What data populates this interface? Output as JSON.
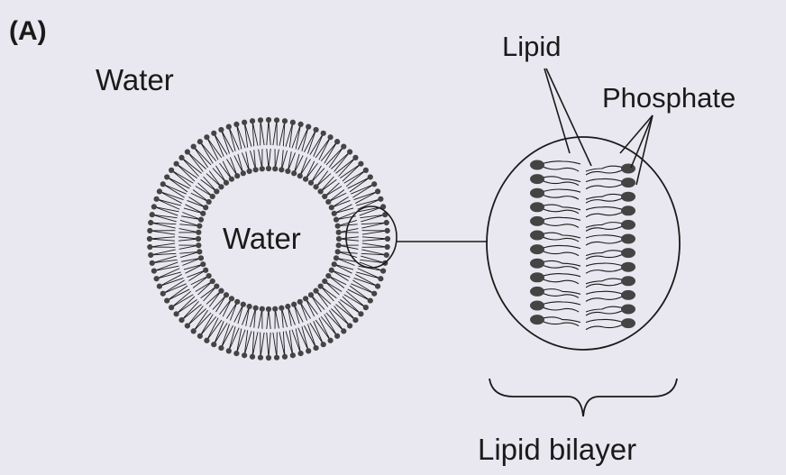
{
  "figure": {
    "panel_label": "(A)",
    "labels": {
      "water_outside": "Water",
      "water_inside": "Water",
      "lipid": "Lipid",
      "phosphate": "Phosphate",
      "lipid_bilayer": "Lipid bilayer"
    }
  },
  "colors": {
    "background": "#e9e7ef",
    "ink": "#1a1a1a",
    "head": "#444444"
  }
}
